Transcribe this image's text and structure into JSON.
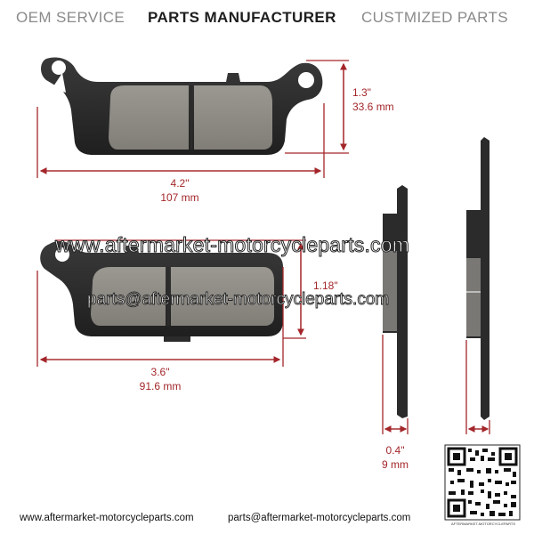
{
  "header": {
    "oem": "OEM SERVICE",
    "parts": "PARTS MANUFACTURER",
    "custom": "CUSTMIZED PARTS"
  },
  "dimensions": {
    "pad1_height": [
      "1.3\"",
      "33.6 mm"
    ],
    "pad1_width": [
      "4.2\"",
      "107 mm"
    ],
    "pad2_height": [
      "1.18\""
    ],
    "pad2_width": [
      "3.6\"",
      "91.6 mm"
    ],
    "thickness": [
      "0.4\"",
      "9 mm"
    ]
  },
  "watermark": {
    "url": "www.aftermarket-motorcycleparts.com",
    "email": "parts@aftermarket-motorcycleparts.com"
  },
  "qr_label": "AFTERMARKET-MOTORCYCLEPARTS",
  "footer": {
    "url": "www.aftermarket-motorcycleparts.com",
    "email": "parts@aftermarket-motorcycleparts.com"
  },
  "colors": {
    "dimension_red": "#a3262a",
    "backing_plate": "#2b2b2b",
    "friction_material": "#8d8a84"
  }
}
